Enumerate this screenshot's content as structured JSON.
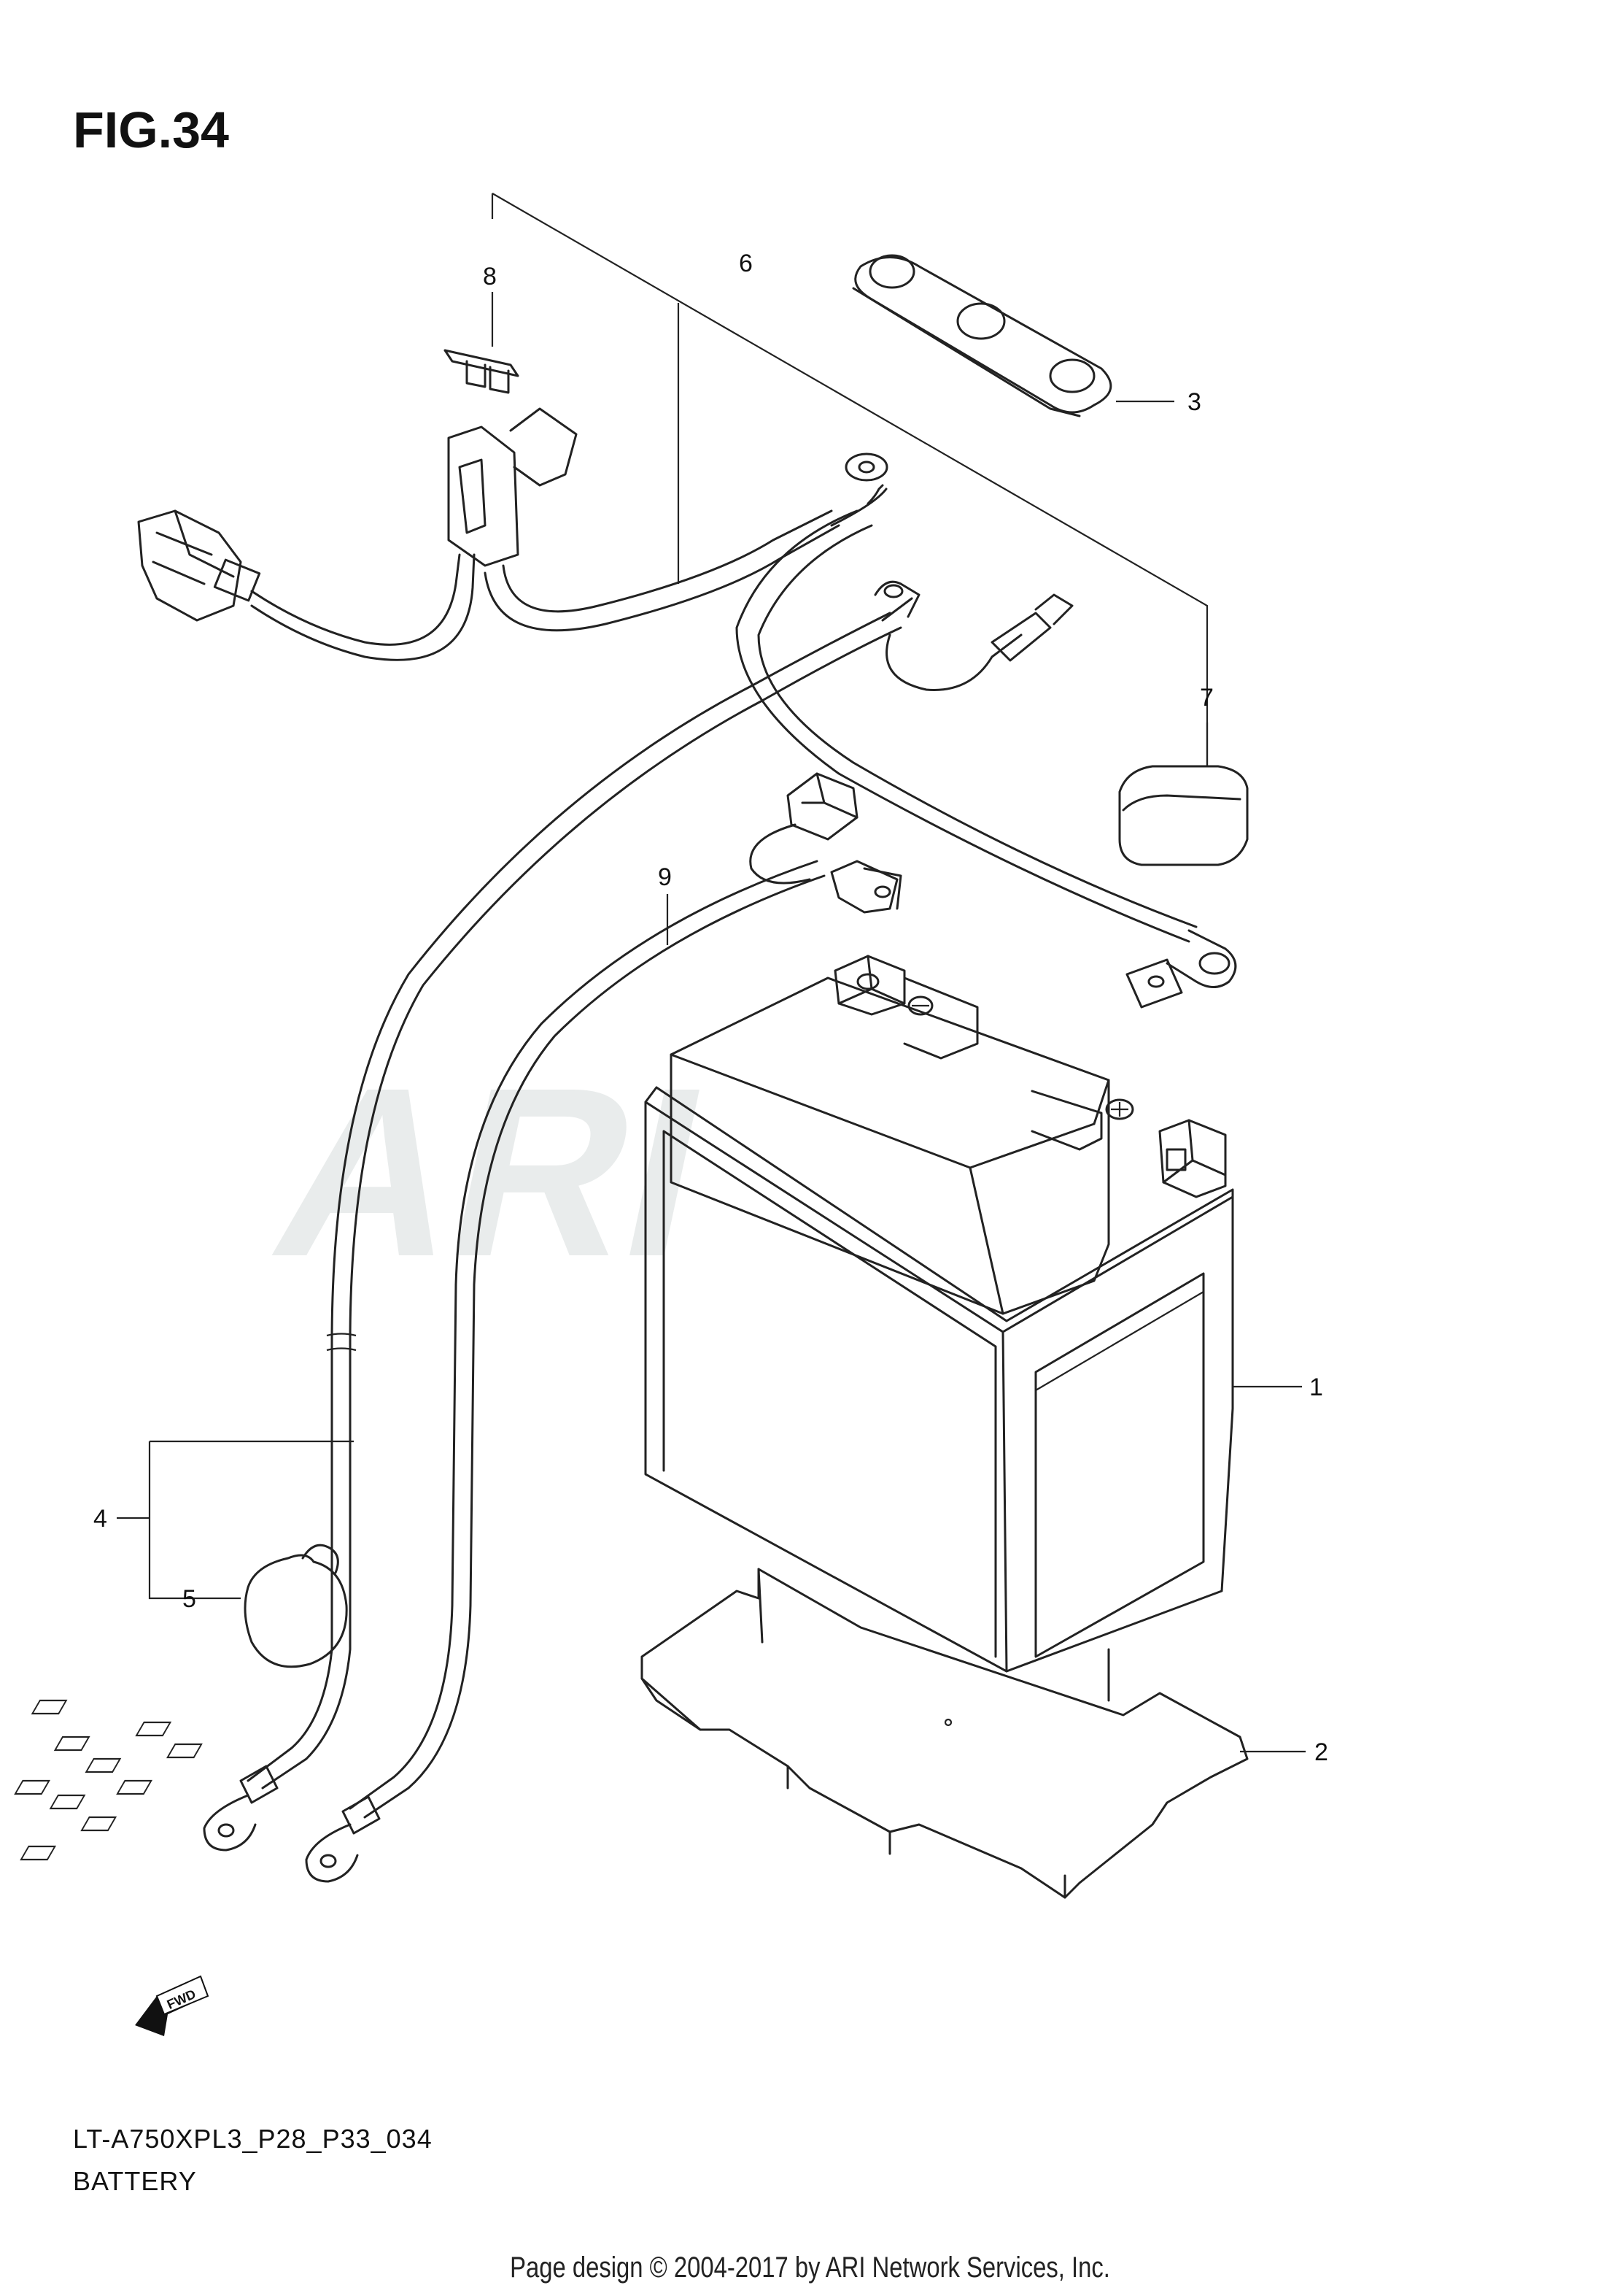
{
  "figure_title": "FIG.34",
  "model_code": "LT-A750XPL3_P28_P33_034",
  "section_name": "BATTERY",
  "footer": "Page design © 2004-2017 by ARI Network Services, Inc.",
  "watermark": "ARI",
  "fwd_marker": "FWD",
  "callouts": {
    "c1": "1",
    "c2": "2",
    "c3": "3",
    "c4": "4",
    "c5": "5",
    "c6": "6",
    "c7": "7",
    "c8": "8",
    "c9": "9"
  }
}
